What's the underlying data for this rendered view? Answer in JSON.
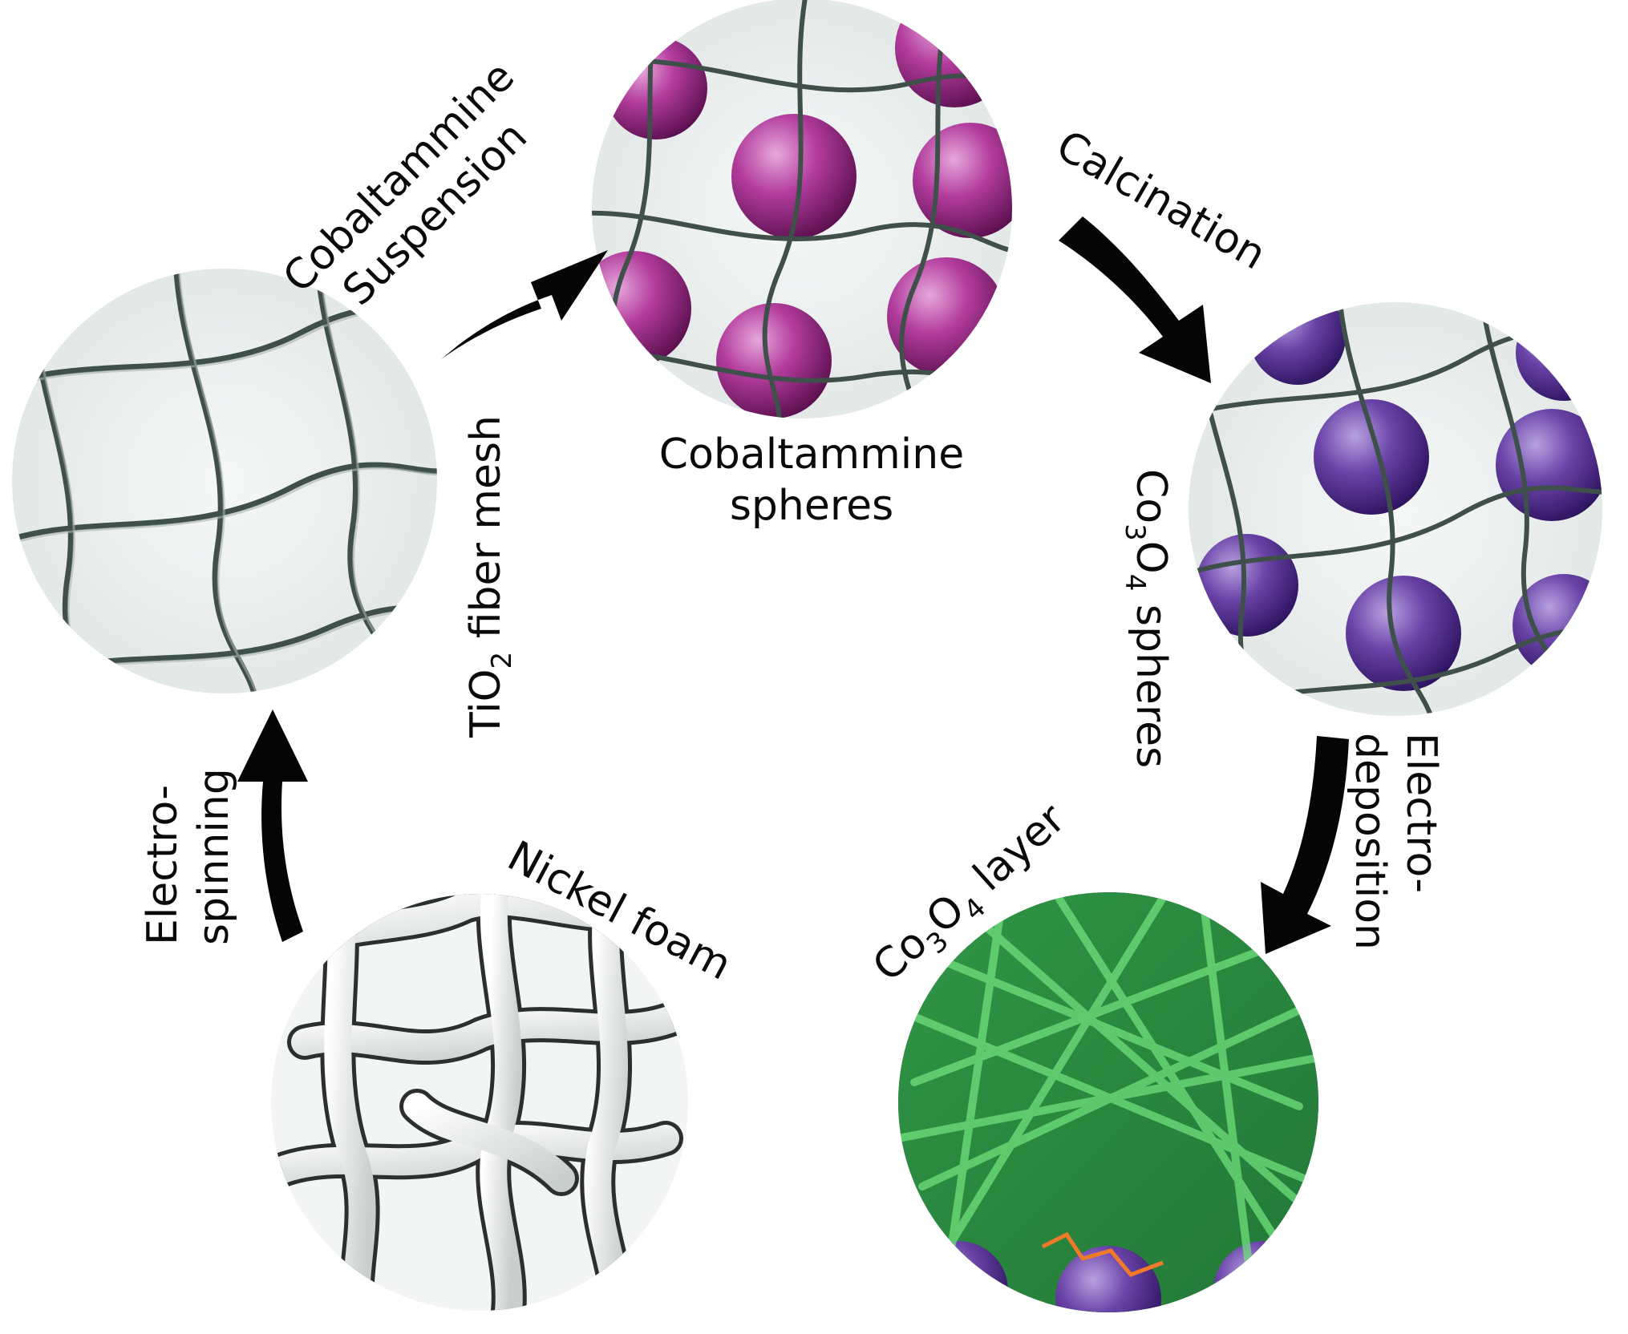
{
  "colors": {
    "background": "#ffffff",
    "mesh_bg": "#eef1f1",
    "fiber": "#4a5a54",
    "cobaltammine_sphere": "#a22f8c",
    "co3o4_sphere": "#6840a0",
    "co3o4_layer": "#3ea64e",
    "nickel_foam": "#e6e9e8",
    "arrow": "#050505"
  },
  "stages": {
    "tio2_mesh": "TiO",
    "tio2_sub": "2",
    "tio2_rest": " fiber mesh",
    "cobaltammine_spheres_1": "Cobaltammine",
    "cobaltammine_spheres_2": "spheres",
    "co3o4_spheres_pre": "Co",
    "co3o4_spheres_sub1": "3",
    "co3o4_spheres_mid": "O",
    "co3o4_spheres_sub2": "4",
    "co3o4_spheres_rest": " spheres",
    "nickel_foam": "Nickel foam",
    "co3o4_layer_pre": "Co",
    "co3o4_layer_sub1": "3",
    "co3o4_layer_mid": "O",
    "co3o4_layer_sub2": "4",
    "co3o4_layer_rest": " layer"
  },
  "steps": {
    "suspension_1": "Cobaltammine",
    "suspension_2": "Suspension",
    "calcination": "Calcination",
    "electrodeposition_1": "Electro-",
    "electrodeposition_2": "deposition",
    "electrospinning_1": "Electro-",
    "electrospinning_2": "spinning"
  }
}
